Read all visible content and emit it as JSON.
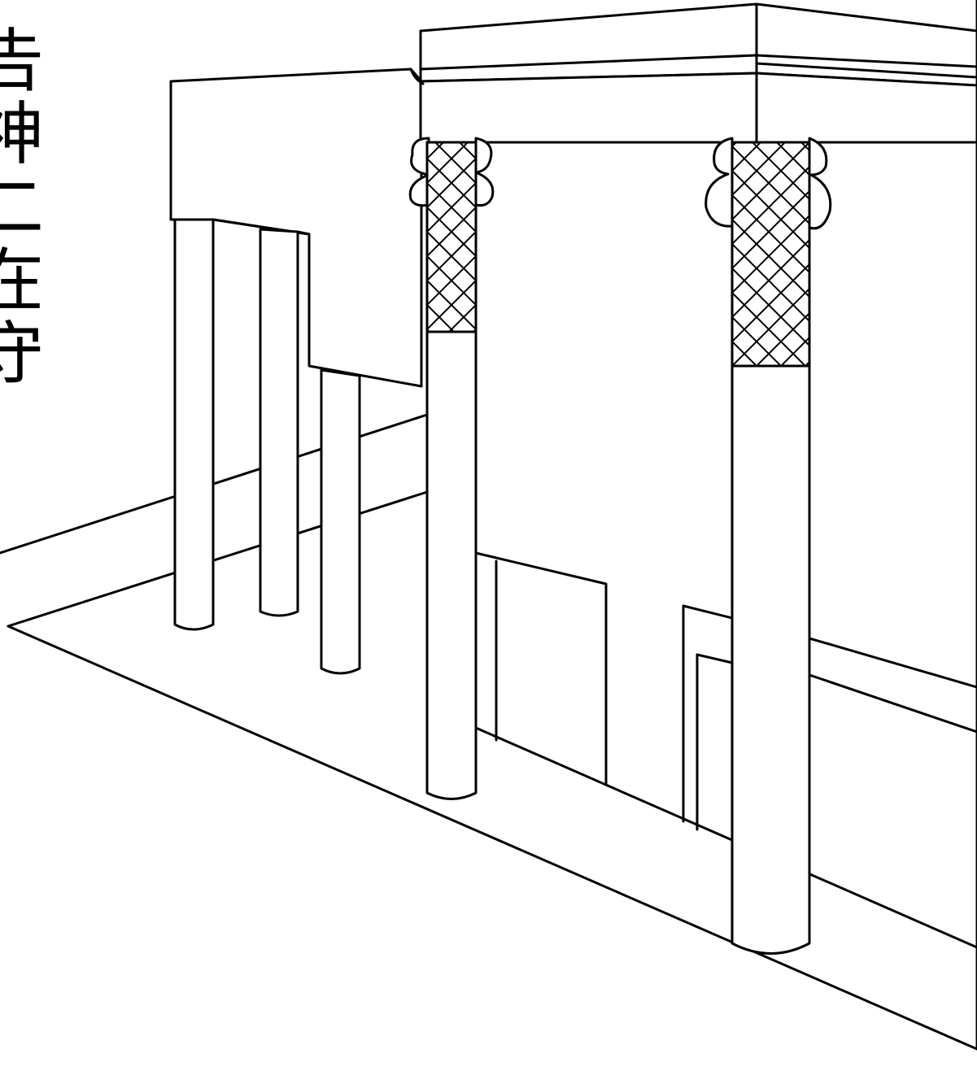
{
  "caption_lines": [
    "告",
    "神",
    "二",
    "在",
    "守",
    "。"
  ],
  "colors": {
    "ink": "#000000",
    "background": "#ffffff"
  }
}
